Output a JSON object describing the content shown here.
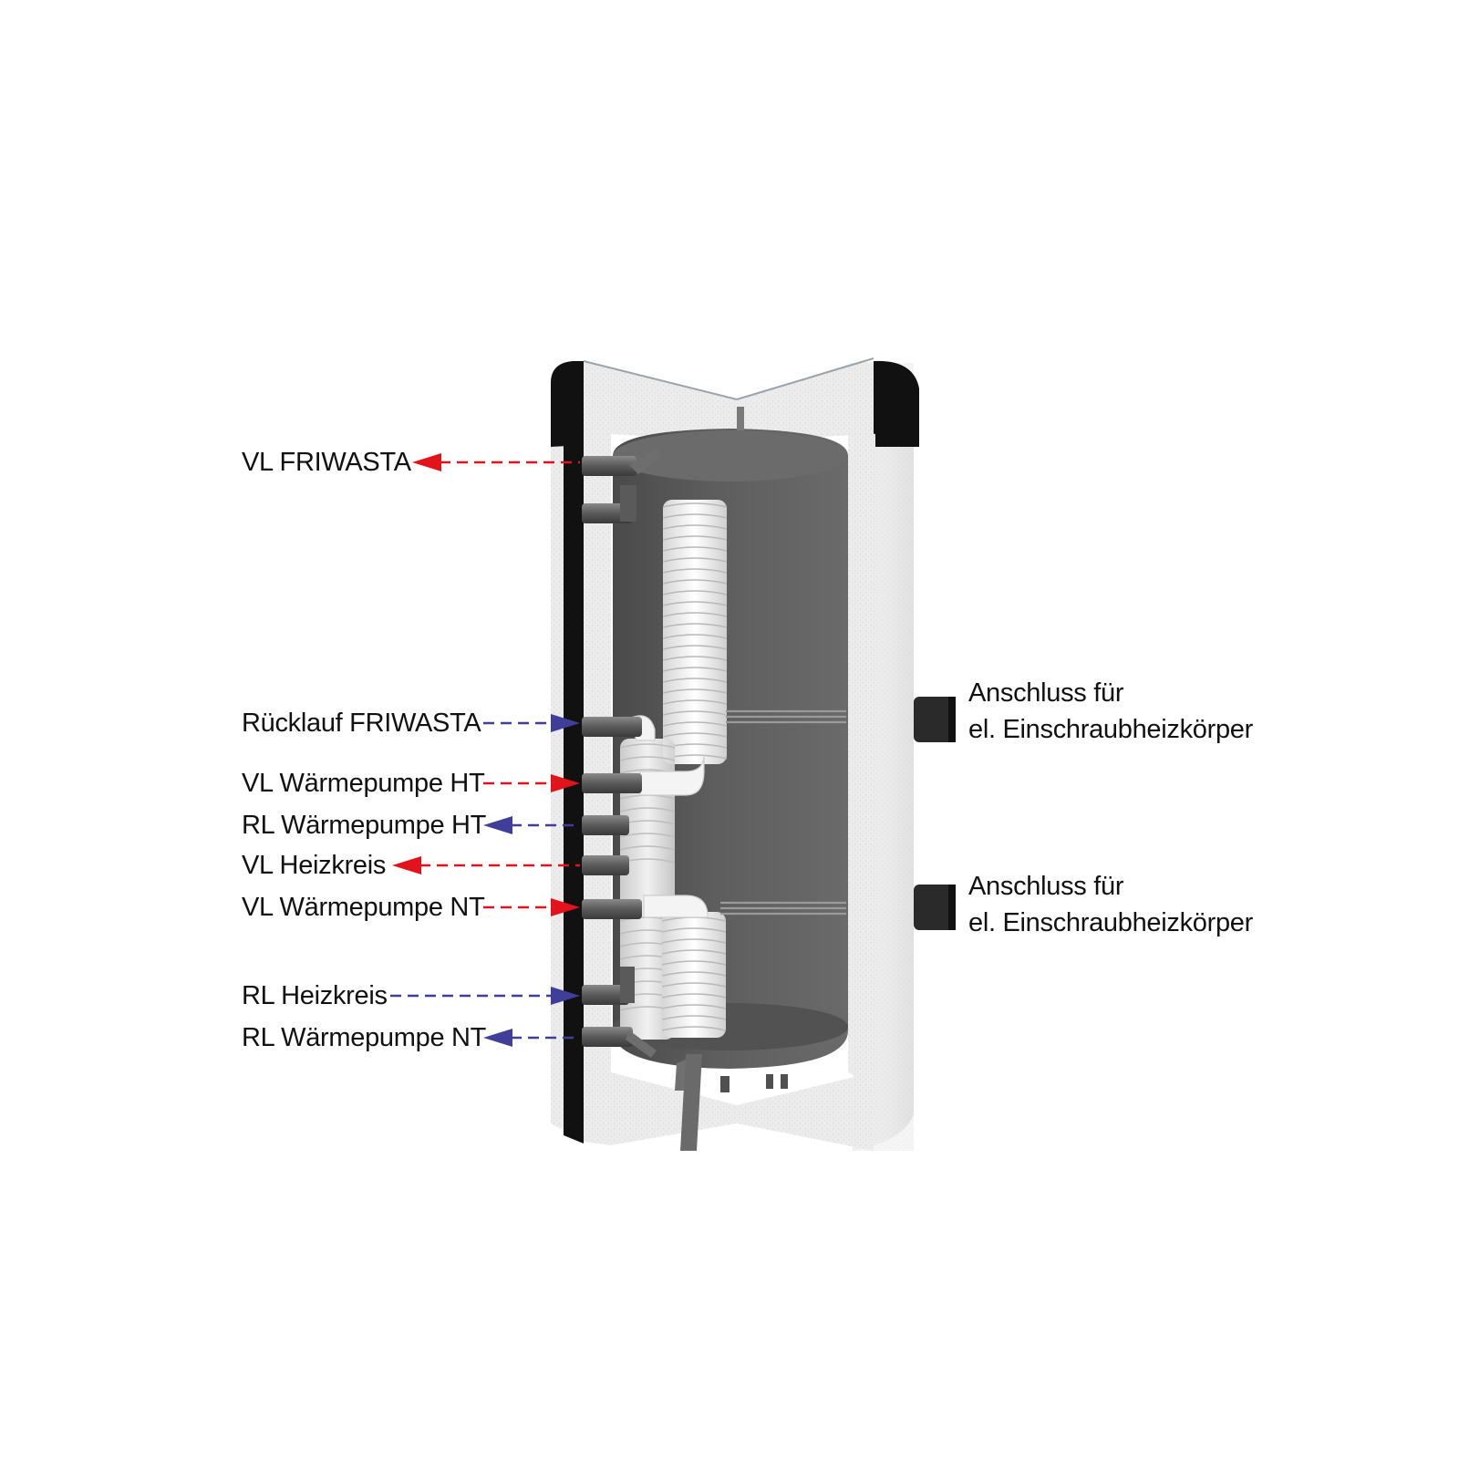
{
  "colors": {
    "supply_arrow": "#e3131b",
    "return_arrow": "#3f3f9a",
    "insulation": "#ececec",
    "tank_inner": "#5c5c5c",
    "jacket_rim": "#111111"
  },
  "left_labels": [
    {
      "text": "VL FRIWASTA",
      "flow": "supply",
      "direction": "out"
    },
    {
      "text": "Rücklauf FRIWASTA",
      "flow": "return",
      "direction": "in"
    },
    {
      "text": "VL Wärmepumpe HT",
      "flow": "supply",
      "direction": "in"
    },
    {
      "text": "RL Wärmepumpe HT",
      "flow": "return",
      "direction": "out"
    },
    {
      "text": "VL Heizkreis",
      "flow": "supply",
      "direction": "out"
    },
    {
      "text": "VL Wärmepumpe NT",
      "flow": "supply",
      "direction": "in"
    },
    {
      "text": "RL Heizkreis",
      "flow": "return",
      "direction": "in"
    },
    {
      "text": "RL Wärmepumpe NT",
      "flow": "return",
      "direction": "out"
    }
  ],
  "right_labels": [
    {
      "line1": "Anschluss für",
      "line2": "el. Einschraubheizkörper"
    },
    {
      "line1": "Anschluss für",
      "line2": "el. Einschraubheizkörper"
    }
  ]
}
